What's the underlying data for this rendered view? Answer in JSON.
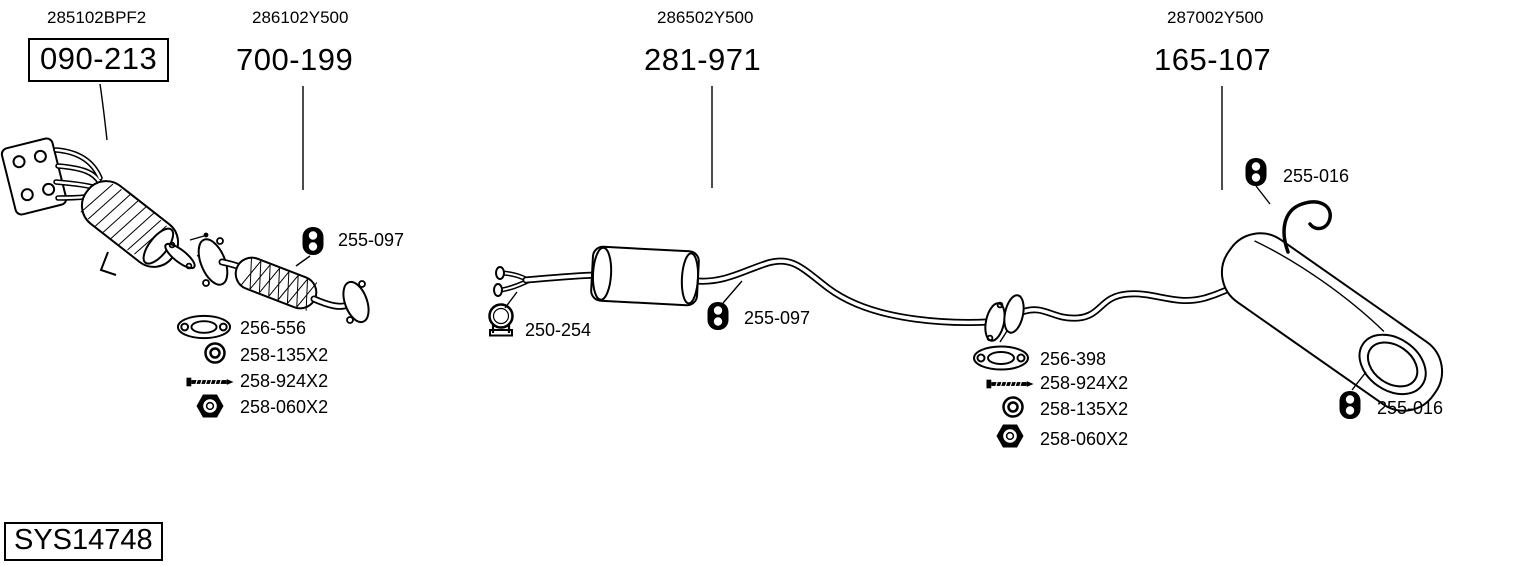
{
  "assemblies": [
    {
      "ref": "285102BPF2",
      "part": "090-213"
    },
    {
      "ref": "286102Y500",
      "part": "700-199"
    },
    {
      "ref": "286502Y500",
      "part": "281-971"
    },
    {
      "ref": "287002Y500",
      "part": "165-107"
    }
  ],
  "callouts": {
    "flex_hanger": "255-097",
    "front_gasket": "256-556",
    "front_washer": "258-135X2",
    "front_bolt": "258-924X2",
    "front_nut": "258-060X2",
    "center_clamp": "250-254",
    "center_hanger": "255-097",
    "rear_gasket": "256-398",
    "rear_bolt": "258-924X2",
    "rear_washer": "258-135X2",
    "rear_nut": "258-060X2",
    "tail_hanger_top": "255-016",
    "tail_hanger_bottom": "255-016"
  },
  "system_code": "SYS14748",
  "icons": {
    "hanger": "rubber-hanger-icon",
    "gasket": "gasket-icon",
    "washer": "washer-icon",
    "bolt": "bolt-icon",
    "nut": "nut-icon",
    "clamp": "pipe-clamp-icon"
  },
  "colors": {
    "ink": "#000000",
    "background": "#ffffff"
  }
}
